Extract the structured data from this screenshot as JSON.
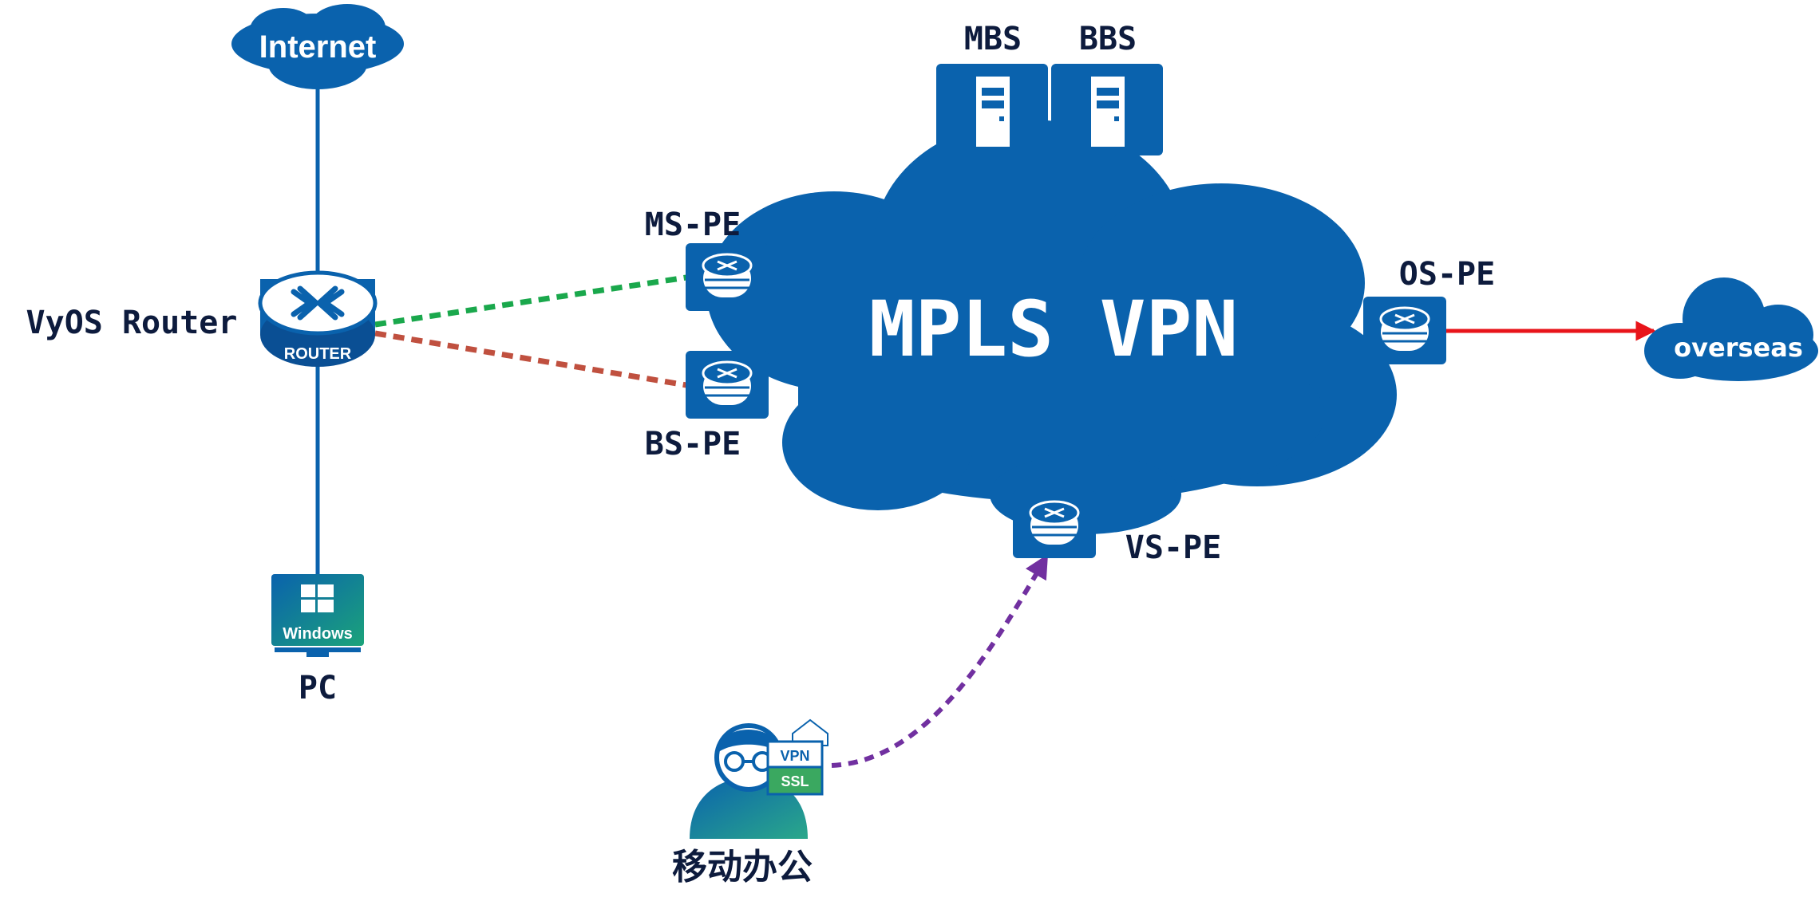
{
  "labels": {
    "internet": "Internet",
    "router_name": "VyOS Router",
    "router_badge": "ROUTER",
    "pc": "PC",
    "windows": "Windows",
    "mbs": "MBS",
    "bbs": "BBS",
    "ms_pe": "MS-PE",
    "bs_pe": "BS-PE",
    "os_pe": "OS-PE",
    "vs_pe": "VS-PE",
    "mpls": "MPLS VPN",
    "overseas": "overseas",
    "vpn": "VPN",
    "ssl": "SSL",
    "mobile_office": "移动办公"
  },
  "colors": {
    "primary": "#0a62ad",
    "dark": "#0a4f94",
    "green_link": "#1aa84c",
    "brown_link": "#c0503f",
    "red_link": "#e8141a",
    "purple_link": "#7130a0",
    "text": "#0d1b3d"
  },
  "icons": {
    "internet": "cloud-icon",
    "router": "router-icon",
    "pc": "windows-monitor-icon",
    "servers": "server-icon",
    "pe": "pe-router-icon",
    "user": "user-icon",
    "vpn_badge": "vpn-ssl-icon"
  }
}
